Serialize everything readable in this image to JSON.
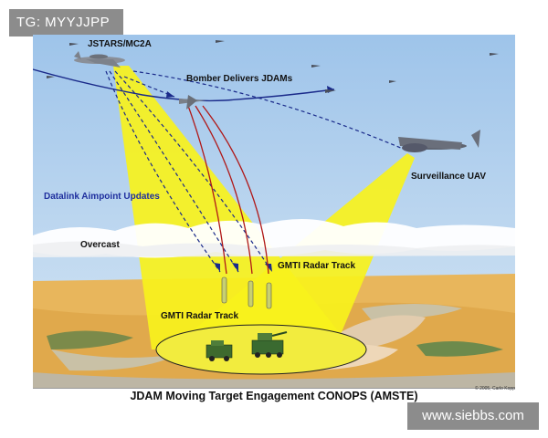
{
  "watermark_top": "TG: MYYJJPP",
  "watermark_bottom": "www.siebbs.com",
  "labels": {
    "jstars": "JSTARS/MC2A",
    "bomber": "Bomber Delivers JDAMs",
    "uav": "Surveillance UAV",
    "datalink": "Datalink Aimpoint Updates",
    "overcast": "Overcast",
    "gmti_right": "GMTI Radar Track",
    "gmti_left": "GMTI Radar Track"
  },
  "title": "JDAM Moving Target Engagement CONOPS (AMSTE)",
  "copyright": "© 2005, Carlo Kopp",
  "colors": {
    "sky": "#b7d4ef",
    "beam": "#f7f21c",
    "ground": "#e6b25a",
    "cloud": "#ffffff",
    "dashed_arrow": "#1a2a8a",
    "bomb_path": "#b01818"
  }
}
